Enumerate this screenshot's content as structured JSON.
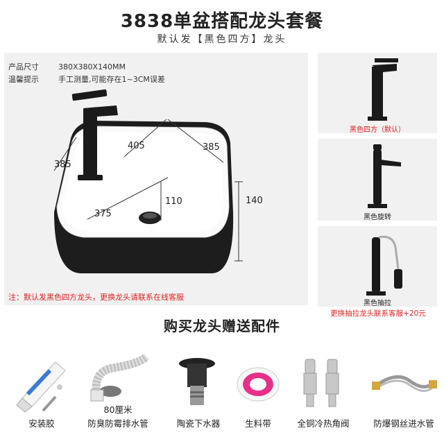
{
  "header": {
    "title": "3838单盆搭配龙头套餐",
    "subtitle": "默认发【黑色四方】龙头"
  },
  "specs": [
    {
      "label": "产品尺寸",
      "value": "380X380X140MM"
    },
    {
      "label": "温馨提示",
      "value": "手工测量,可能存在1~3CM误差"
    }
  ],
  "dimensions": {
    "left_depth": "385",
    "center_top": "405",
    "right_depth": "385",
    "height": "140",
    "inner_width": "375",
    "drain_depth": "110"
  },
  "note": "注：默认发黑色四方龙头，更换龙头请联系在线客服",
  "faucet_options": [
    {
      "label": "黑色四方（默认）",
      "highlight": true,
      "icon": "square-faucet-icon"
    },
    {
      "label": "黑色旋转",
      "highlight": false,
      "icon": "rotating-faucet-icon"
    },
    {
      "label": "黑色抽拉",
      "highlight": false,
      "icon": "pullout-faucet-icon"
    }
  ],
  "upsell": "更换抽拉龙头联系客服+20元",
  "accessories": {
    "title": "购买龙头赠送配件",
    "items": [
      {
        "label": "安装胶",
        "icon": "glue-tube-icon"
      },
      {
        "label": "防臭防霉排水管",
        "caption": "80厘米",
        "icon": "drain-hose-icon"
      },
      {
        "label": "陶瓷下水器",
        "icon": "pop-up-drain-icon"
      },
      {
        "label": "生料带",
        "icon": "ptfe-tape-icon"
      },
      {
        "label": "全铜冷热角阀",
        "icon": "angle-valve-icon"
      },
      {
        "label": "防爆钢丝进水管",
        "icon": "braided-hose-icon"
      }
    ]
  },
  "colors": {
    "panel": "#f1f1f1",
    "accent_red": "#e02020",
    "basin_black": "#1d1d1d",
    "basin_white": "#ffffff",
    "metal": "#c8c8c8"
  }
}
